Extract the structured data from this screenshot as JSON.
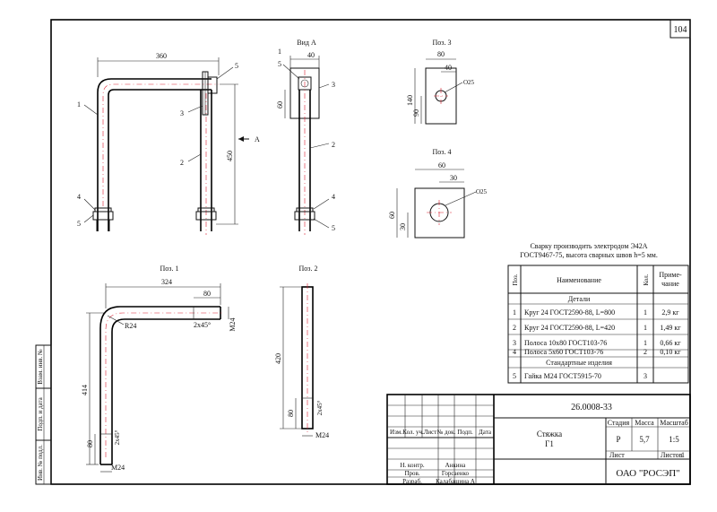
{
  "sheet": {
    "page_number": "104",
    "view_a_label": "Вид А",
    "view_a_arrow": "А",
    "pos1_label": "Поз. 1",
    "pos2_label": "Поз. 2",
    "pos3_label": "Поз. 3",
    "pos4_label": "Поз. 4"
  },
  "assembly": {
    "dim_width": "360",
    "dim_height": "450",
    "callouts": [
      "1",
      "2",
      "3",
      "4",
      "5"
    ]
  },
  "view_a": {
    "dim_40": "40",
    "dim_60": "60"
  },
  "pos1": {
    "dim_324": "324",
    "dim_80_top": "80",
    "chamfer_top": "2х45°",
    "thread_top": "M24",
    "radius": "R24",
    "dim_414": "414",
    "dim_80_bottom": "80",
    "chamfer_bottom": "2х45°",
    "thread_bottom": "M24"
  },
  "pos2": {
    "dim_420": "420",
    "dim_80": "80",
    "chamfer": "2х45°",
    "thread": "M24"
  },
  "pos3": {
    "dim_80": "80",
    "dim_40": "40",
    "dim_140": "140",
    "dim_90": "90",
    "hole": "O25"
  },
  "pos4": {
    "dim_60": "60",
    "dim_30": "30",
    "dim_60_side": "60",
    "dim_30_side": "30",
    "hole": "O25"
  },
  "note": {
    "line1": "Сварку производить электродом Э42А",
    "line2": "ГОСТ9467-75, высота сварных швов h=5 мм."
  },
  "spec": {
    "col_pos": "Поз.",
    "col_name": "Наименование",
    "col_qty": "Кол.",
    "col_note_1": "Приме-",
    "col_note_2": "чание",
    "section_details": "Детали",
    "section_standard": "Стандартные изделия",
    "rows": [
      {
        "pos": "1",
        "name": "Круг 24 ГОСТ2590-88, L=800",
        "qty": "1",
        "note": "2,9 кг"
      },
      {
        "pos": "2",
        "name": "Круг 24 ГОСТ2590-88, L=420",
        "qty": "1",
        "note": "1,49 кг"
      },
      {
        "pos": "3",
        "name": "Полоса 10х80 ГОСТ103-76",
        "qty": "1",
        "note": "0,66 кг"
      },
      {
        "pos": "4",
        "name": "Полоса 5х60 ГОСТ103-76",
        "qty": "2",
        "note": "0,10 кг"
      },
      {
        "pos": "5",
        "name": "Гайка М24 ГОСТ5915-70",
        "qty": "3",
        "note": ""
      }
    ]
  },
  "title_block": {
    "doc_code": "26.0008-33",
    "name_line1": "Стяжка",
    "name_line2": "Г1",
    "stage_h": "Стадия",
    "mass_h": "Масса",
    "scale_h": "Масштаб",
    "stage": "Р",
    "mass": "5,7",
    "scale": "1:5",
    "sheet_h": "Лист",
    "sheets_h": "Листов",
    "sheets": "1",
    "org": "ОАО \"РОСЭП\"",
    "col_izm": "Изм.",
    "col_kol": "Кол. уч.",
    "col_list": "Лист",
    "col_doc": "№ док.",
    "col_sign": "Подп.",
    "col_date": "Дата",
    "role1": "Н. контр.",
    "role2": "Пров.",
    "role3": "Разраб.",
    "person1": "Анкина",
    "person2": "Горсаенко",
    "person3": "Калабашина А"
  },
  "side_stamps": {
    "s1": "Взам. инв. №",
    "s2": "Подп. и дата",
    "s3": "Инв. № подл."
  }
}
